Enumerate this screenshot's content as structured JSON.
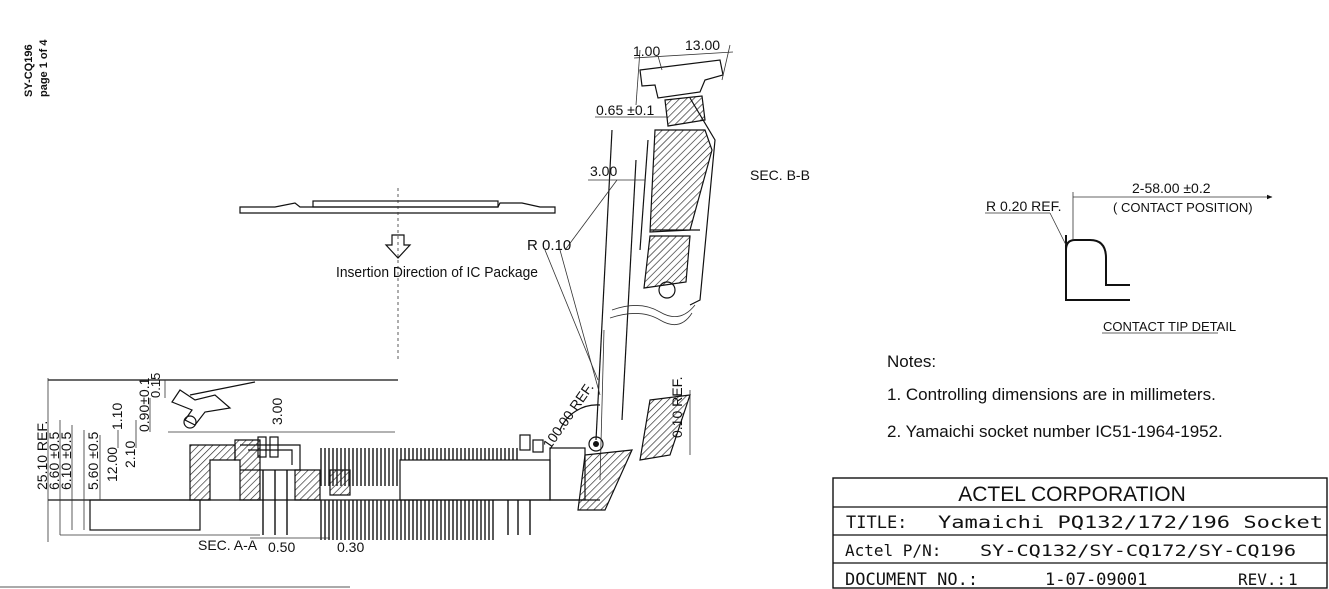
{
  "sheet_ref": {
    "line1": "SY-CQ196",
    "line2": "page 1 of 4"
  },
  "labels": {
    "sec_bb": "SEC. B-B",
    "sec_aa": "SEC. A-A",
    "insertion": "Insertion Direction of IC Package",
    "r010": "R 0.10",
    "r020": "R 0.20 REF.",
    "contact_pos_dim": "2-58.00 ±0.2",
    "contact_pos_note": "( CONTACT POSITION)",
    "contact_tip": "CONTACT TIP DETAIL"
  },
  "dims": {
    "d100": "1.00",
    "d1300": "13.00",
    "d065": "0.65 ±0.1",
    "d300_top": "3.00",
    "d100ref": "100.00 REF.",
    "d010ref": "0.10 REF.",
    "d2510": "25.10 REF.",
    "d660": "6.60 ±0.5",
    "d610": "6.10 ±0.5",
    "d560": "5.60 ±0.5",
    "d1200": "12.00",
    "d210": "2.10",
    "d110": "1.10",
    "d090": "0.90±0.1",
    "d015": "0.15",
    "d300_mid": "3.00",
    "d050": "0.50",
    "d030": "0.30"
  },
  "notes": {
    "heading": "Notes:",
    "items": [
      "1. Controlling dimensions are in millimeters.",
      "2. Yamaichi socket number IC51-1964-1952."
    ]
  },
  "title_block": {
    "company": "ACTEL CORPORATION",
    "title_label": "TITLE:",
    "title_value": "Yamaichi PQ132/172/196 Socket",
    "pn_label": "Actel P/N:",
    "pn_value": "SY-CQ132/SY-CQ172/SY-CQ196",
    "doc_label": "DOCUMENT NO.:",
    "doc_value": "1-07-09001",
    "rev_label": "REV.:",
    "rev_value": "1"
  }
}
